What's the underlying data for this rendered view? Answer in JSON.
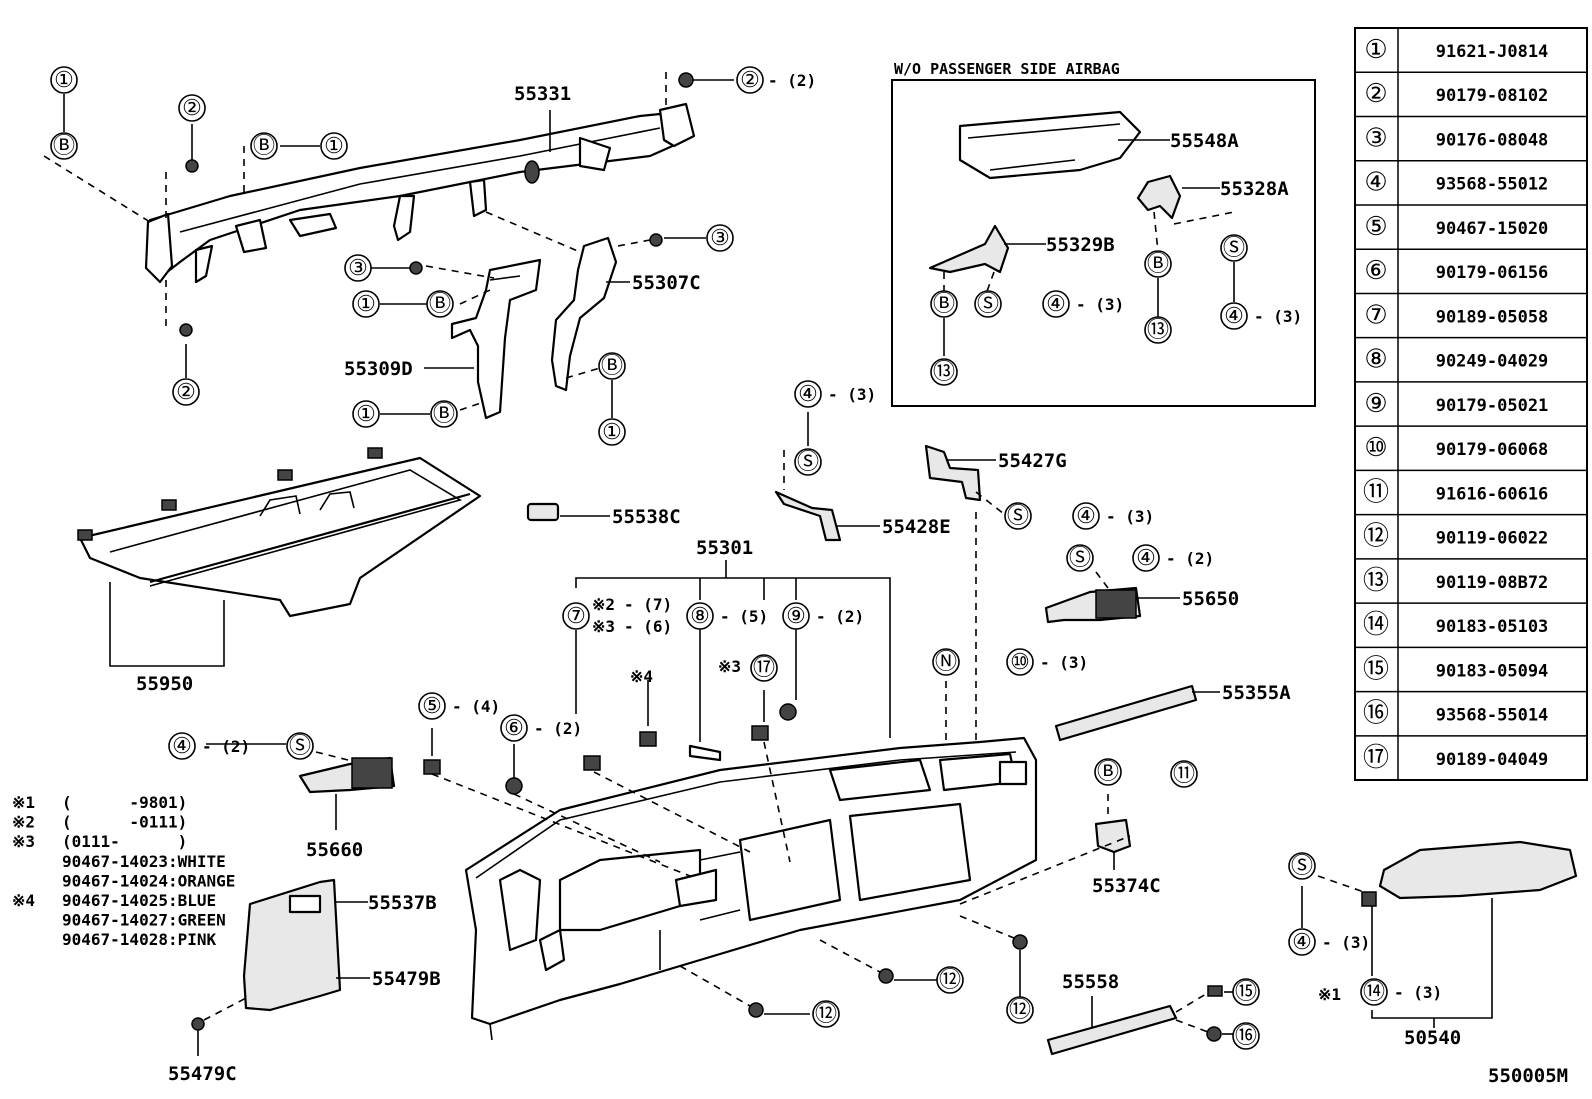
{
  "diagram_code": "550005M",
  "airbag_box_title": "W/O PASSENGER SIDE AIRBAG",
  "parts_table": [
    {
      "no": "①",
      "part": "91621-J0814"
    },
    {
      "no": "②",
      "part": "90179-08102"
    },
    {
      "no": "③",
      "part": "90176-08048"
    },
    {
      "no": "④",
      "part": "93568-55012"
    },
    {
      "no": "⑤",
      "part": "90467-15020"
    },
    {
      "no": "⑥",
      "part": "90179-06156"
    },
    {
      "no": "⑦",
      "part": "90189-05058"
    },
    {
      "no": "⑧",
      "part": "90249-04029"
    },
    {
      "no": "⑨",
      "part": "90179-05021"
    },
    {
      "no": "⑩",
      "part": "90179-06068"
    },
    {
      "no": "⑪",
      "part": "91616-60616"
    },
    {
      "no": "⑫",
      "part": "90119-06022"
    },
    {
      "no": "⑬",
      "part": "90119-08B72"
    },
    {
      "no": "⑭",
      "part": "90183-05103"
    },
    {
      "no": "⑮",
      "part": "90183-05094"
    },
    {
      "no": "⑯",
      "part": "93568-55014"
    },
    {
      "no": "⑰",
      "part": "90189-04049"
    }
  ],
  "part_labels": {
    "p55331": "55331",
    "p55548A": "55548A",
    "p55328A": "55328A",
    "p55329B": "55329B",
    "p55307C": "55307C",
    "p55309D": "55309D",
    "p55427G": "55427G",
    "p55428E": "55428E",
    "p55538C": "55538C",
    "p55301": "55301",
    "p55650": "55650",
    "p55950": "55950",
    "p55355A": "55355A",
    "p55660": "55660",
    "p55374C": "55374C",
    "p55537B": "55537B",
    "p55479B": "55479B",
    "p55479C": "55479C",
    "p55558": "55558",
    "p50540": "50540"
  },
  "notes": [
    {
      "mark": "※1",
      "text": "(      -9801)"
    },
    {
      "mark": "※2",
      "text": "(      -0111)"
    },
    {
      "mark": "※3",
      "text": "(0111-      )"
    },
    {
      "mark": "",
      "text": "90467-14023:WHITE"
    },
    {
      "mark": "",
      "text": "90467-14024:ORANGE"
    },
    {
      "mark": "※4",
      "text": "90467-14025:BLUE"
    },
    {
      "mark": "",
      "text": "90467-14027:GREEN"
    },
    {
      "mark": "",
      "text": "90467-14028:PINK"
    }
  ],
  "callouts": {
    "c1": "①",
    "c2": "②",
    "c3": "③",
    "c4": "④",
    "c5": "⑤",
    "c6": "⑥",
    "c7": "⑦",
    "c8": "⑧",
    "c9": "⑨",
    "c10": "⑩",
    "c11": "⑪",
    "c12": "⑫",
    "c13": "⑬",
    "c14": "⑭",
    "c15": "⑮",
    "c16": "⑯",
    "c17": "⑰",
    "cB": "Ⓑ",
    "cS": "Ⓢ",
    "cN": "Ⓝ"
  },
  "quantities": {
    "q2": "- (2)",
    "q3": "- (3)",
    "q4": "- (4)",
    "q5": "- (5)",
    "q6": "- (6)",
    "q7": "- (7)",
    "q2p": "- (2)",
    "q3p": "- (3)",
    "q4p": "- (4)",
    "q5p": "- (5)"
  },
  "marks": {
    "m1": "※1",
    "m2": "※2",
    "m3": "※3",
    "m4": "※4"
  }
}
